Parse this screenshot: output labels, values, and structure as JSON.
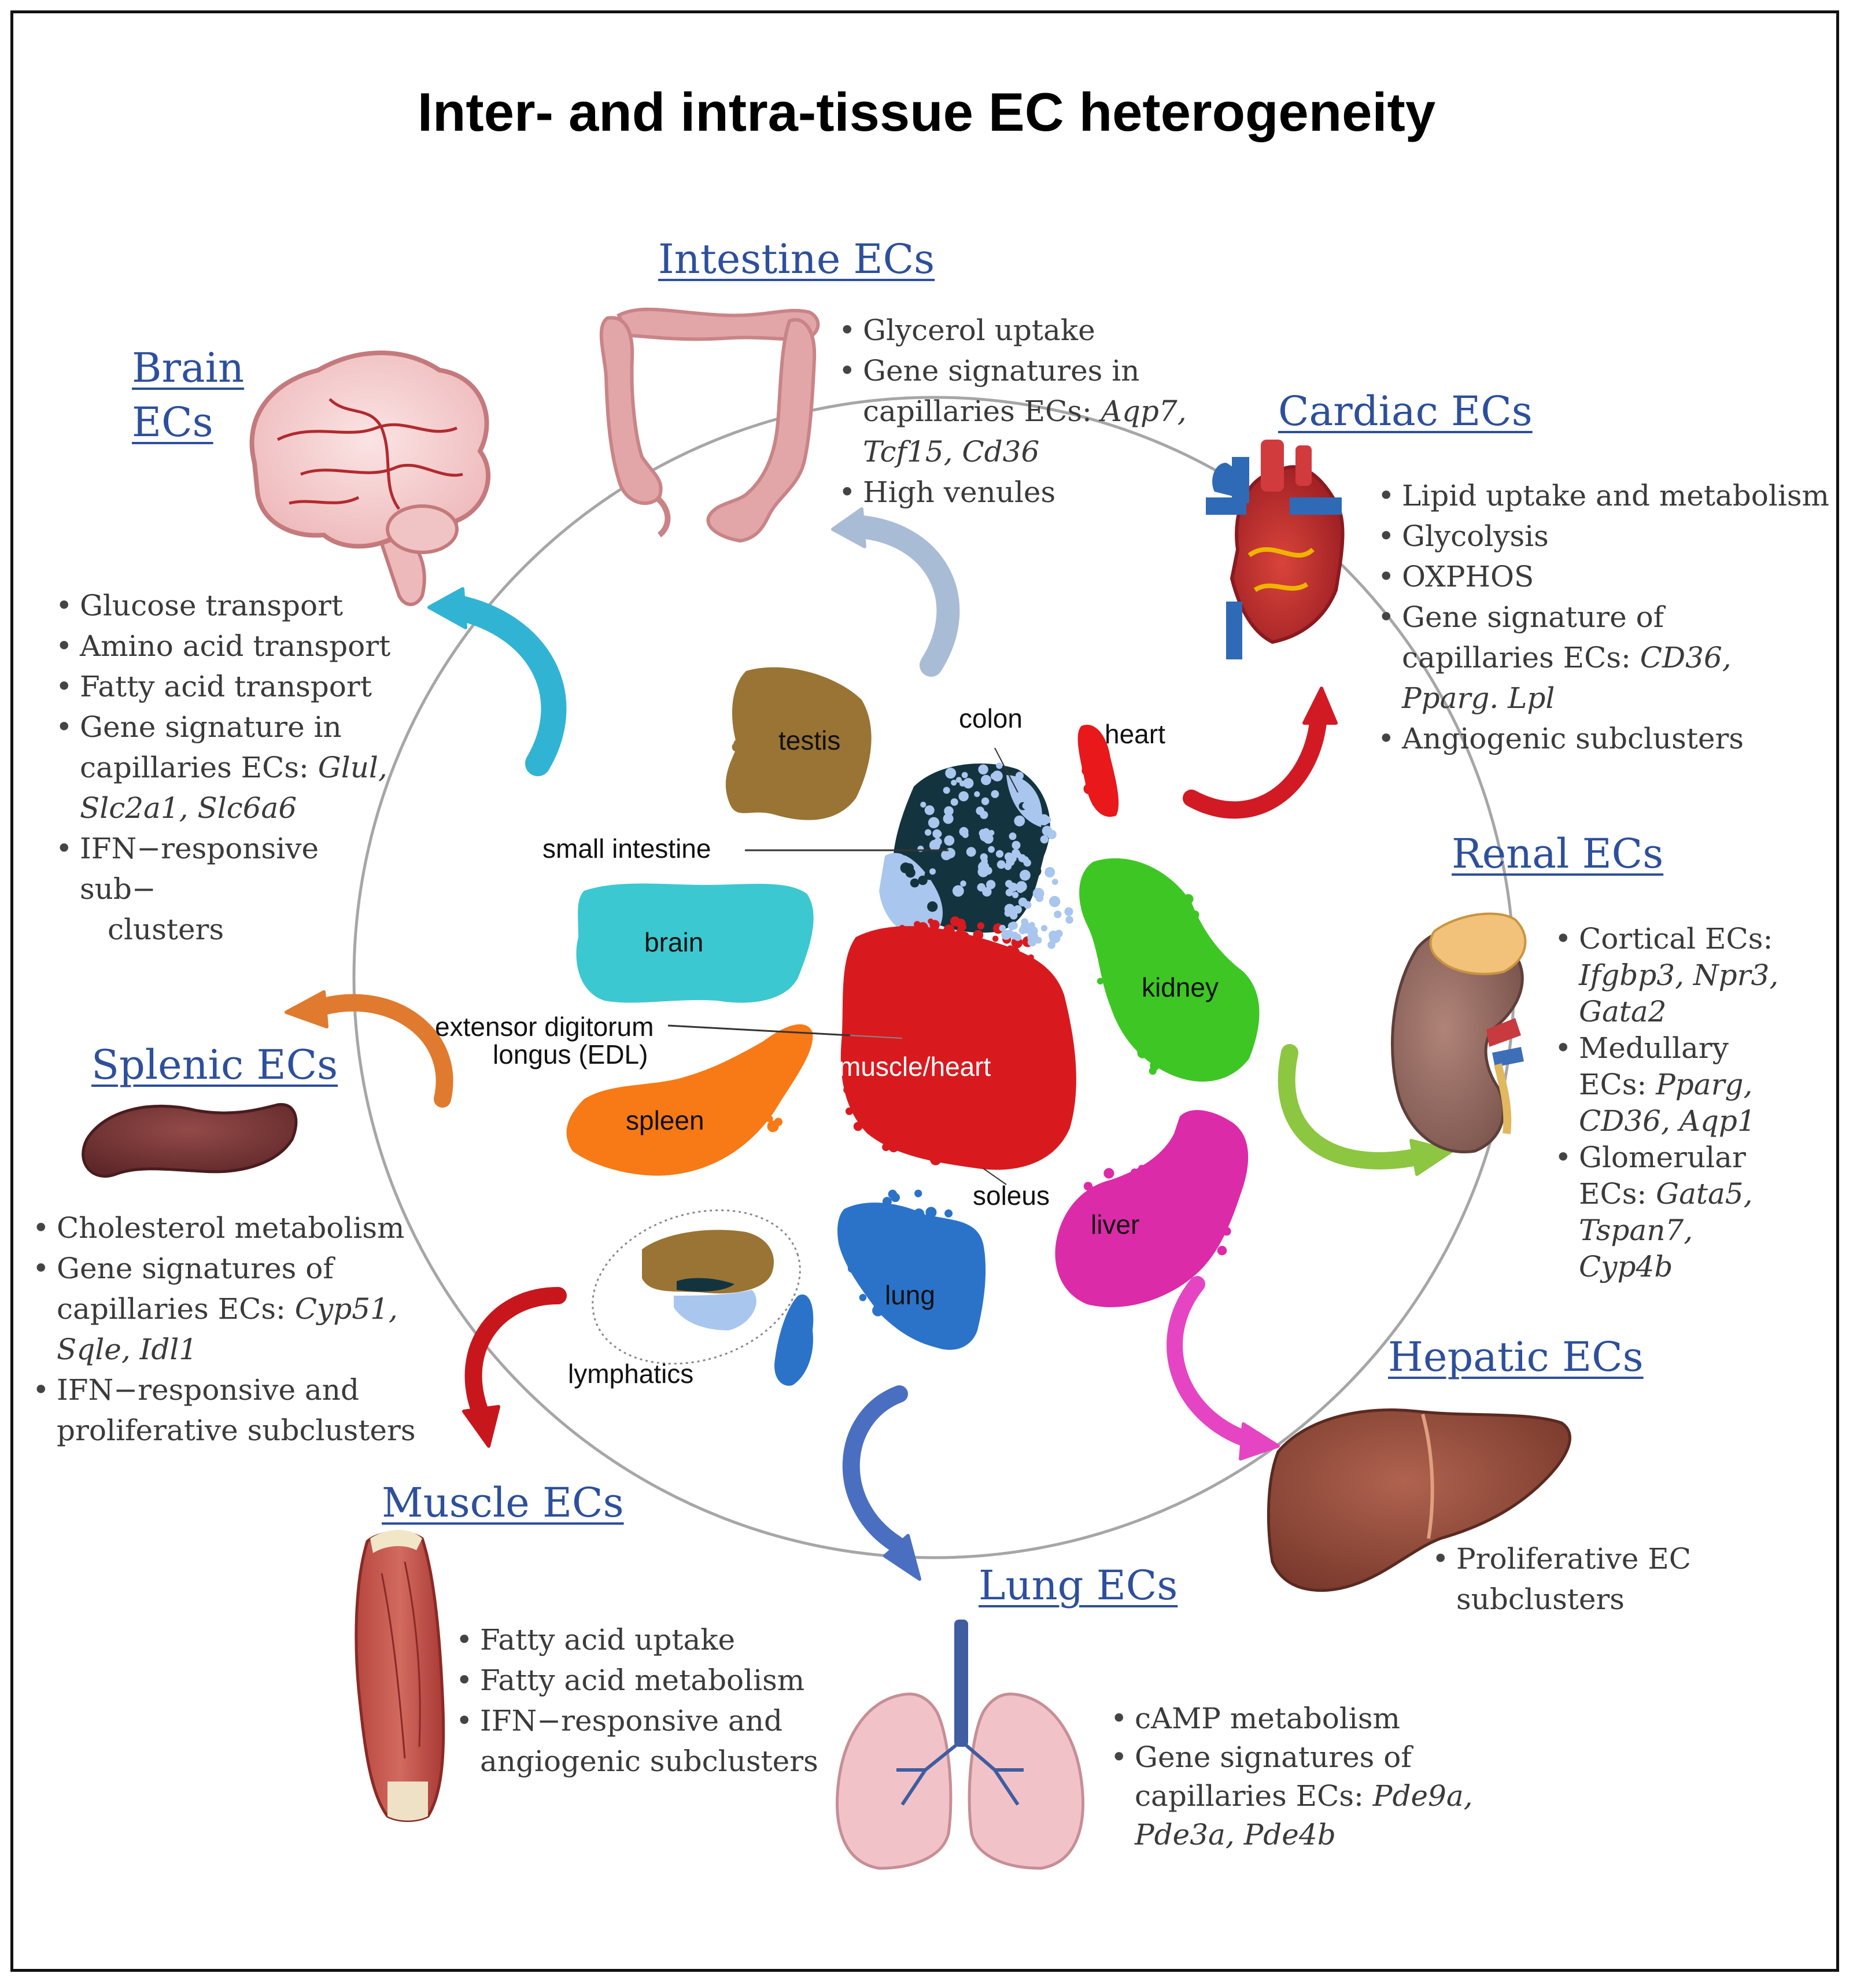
{
  "title": "Inter- and intra-tissue EC heterogeneity",
  "panels": {
    "intestine": {
      "heading": "Intestine ECs",
      "icon": "intestine-icon",
      "bullets": [
        [
          "Glycerol uptake"
        ],
        [
          "Gene signatures in",
          "capillaries ECs: Aqp7,",
          "Tcf15, Cd36"
        ],
        [
          "High venules"
        ]
      ]
    },
    "brain": {
      "heading_line1": "Brain",
      "heading_line2": "ECs",
      "icon": "brain-icon",
      "bullets": [
        [
          "Glucose transport"
        ],
        [
          "Amino acid transport"
        ],
        [
          "Fatty acid transport"
        ],
        [
          "Gene signature in",
          "capillaries ECs: Glul,",
          "Slc2a1, Slc6a6"
        ],
        [
          "IFN−responsive",
          "sub−",
          "clusters"
        ]
      ]
    },
    "cardiac": {
      "heading": "Cardiac ECs",
      "icon": "heart-icon",
      "bullets": [
        [
          "Lipid uptake and metabolism"
        ],
        [
          "Glycolysis"
        ],
        [
          "OXPHOS"
        ],
        [
          "Gene signature of",
          "capillaries ECs: CD36,",
          "Pparg. Lpl"
        ],
        [
          "Angiogenic subclusters"
        ]
      ]
    },
    "renal": {
      "heading": "Renal ECs",
      "icon": "kidney-icon",
      "bullets": [
        [
          "Cortical ECs:",
          "Ifgbp3, Npr3,",
          "Gata2"
        ],
        [
          "Medullary",
          "ECs: Pparg,",
          "CD36, Aqp1"
        ],
        [
          "Glomerular",
          "ECs: Gata5,",
          "Tspan7,",
          "Cyp4b"
        ]
      ]
    },
    "splenic": {
      "heading": "Splenic ECs",
      "icon": "spleen-icon",
      "bullets": [
        [
          "Cholesterol metabolism"
        ],
        [
          "Gene signatures of",
          "capillaries ECs: Cyp51,",
          "Sqle, Idl1"
        ],
        [
          "IFN−responsive and",
          "proliferative subclusters"
        ]
      ]
    },
    "hepatic": {
      "heading": "Hepatic ECs",
      "icon": "liver-icon",
      "bullets": [
        [
          "Proliferative EC",
          "subclusters"
        ]
      ]
    },
    "muscle": {
      "heading": "Muscle ECs",
      "icon": "muscle-icon",
      "bullets": [
        [
          "Fatty acid uptake"
        ],
        [
          "Fatty acid metabolism"
        ],
        [
          "IFN−responsive and",
          "angiogenic subclusters"
        ]
      ]
    },
    "lung": {
      "heading": "Lung ECs",
      "icon": "lungs-icon",
      "bullets": [
        [
          "cAMP metabolism"
        ],
        [
          "Gene signatures of",
          "capillaries ECs: Pde9a,",
          "Pde3a, Pde4b"
        ]
      ]
    }
  },
  "italic_terms": [
    "Aqp7,",
    "Tcf15, Cd36",
    "Glul,",
    "Slc2a1, Slc6a6",
    "CD36,",
    "Pparg. Lpl",
    "Ifgbp3, Npr3,",
    "Gata2",
    "Pparg,",
    "CD36, Aqp1",
    "Gata5,",
    "Tspan7,",
    "Cyp4b",
    "Cyp51,",
    "Sqle, Idl1",
    "Pde9a,",
    "Pde3a, Pde4b"
  ],
  "umap": {
    "labels": {
      "testis": "testis",
      "colon": "colon",
      "heart": "heart",
      "small_intestine": "small intestine",
      "brain": "brain",
      "kidney": "kidney",
      "edl_line1": "extensor digitorum",
      "edl_line2": "longus (EDL)",
      "muscle_heart": "muscle/heart",
      "spleen": "spleen",
      "soleus": "soleus",
      "liver": "liver",
      "lung": "lung",
      "lymphatics": "lymphatics"
    },
    "cluster_colors": {
      "testis": "#9a7434",
      "colon": "#13343f",
      "colon_light": "#a9c6ee",
      "heart": "#e8181b",
      "brain": "#3cc8d0",
      "kidney": "#3ec625",
      "muscle_heart": "#d81a1f",
      "spleen": "#f77a16",
      "liver": "#db2ba8",
      "lung": "#2b73c9"
    }
  },
  "arrow_colors": {
    "intestine": "#a9bcd6",
    "brain": "#31b4d4",
    "cardiac": "#d11a24",
    "splenic": "#e07a2e",
    "renal": "#8dc641",
    "hepatic": "#e545c2",
    "muscle": "#c8161d",
    "lung": "#4a6fc0"
  }
}
